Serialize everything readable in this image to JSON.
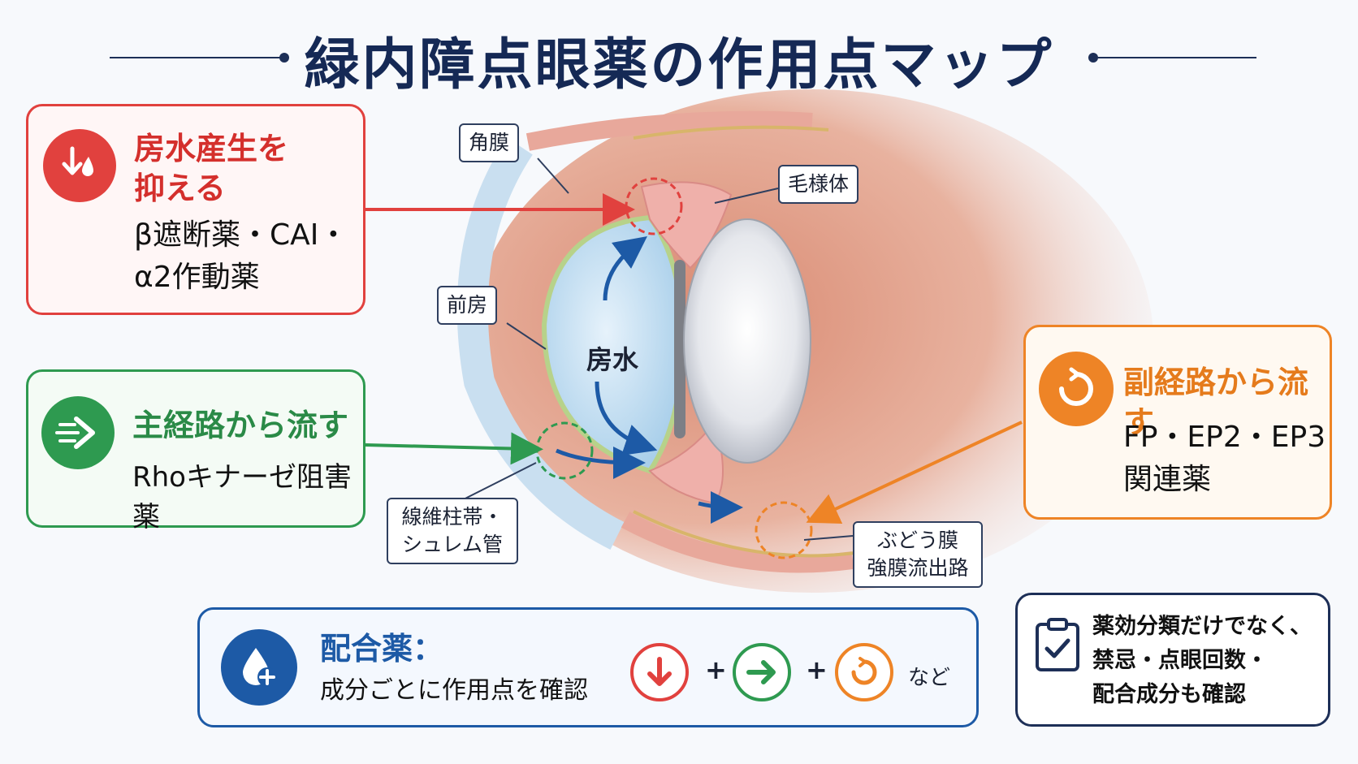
{
  "title": "緑内障点眼薬の作用点マップ",
  "colors": {
    "red": "#e1413e",
    "green": "#2e9a50",
    "orange": "#ee8426",
    "blue": "#1d5aa6",
    "navy": "#152955"
  },
  "cards": {
    "production": {
      "icon": "water-drop-down-icon",
      "heading_line1": "房水産生を",
      "heading_line2": "抑える",
      "body_line1": "β遮断薬・CAI・",
      "body_line2": "α2作動薬"
    },
    "main_outflow": {
      "icon": "arrow-flow-icon",
      "heading": "主経路から流す",
      "body": "Rhoキナーゼ阻害薬"
    },
    "sub_outflow": {
      "icon": "circular-arrow-icon",
      "heading": "副経路から流す",
      "body_line1": "FP・EP2・EP3",
      "body_line2": "関連薬"
    },
    "combination": {
      "icon": "drop-plus-icon",
      "heading": "配合薬：",
      "body": "成分ごとに作用点を確認",
      "plus": "+",
      "etc": "など"
    },
    "note": {
      "icon": "clipboard-check-icon",
      "line1": "薬効分類だけでなく、",
      "line2": "禁忌・点眼回数・",
      "line3": "配合成分も確認"
    }
  },
  "eye_labels": {
    "cornea": "角膜",
    "ciliary_body": "毛様体",
    "anterior_chamber": "前房",
    "aqueous": "房水",
    "trabecular_line1": "線維柱帯・",
    "trabecular_line2": "シュレム管",
    "uveo_line1": "ぶどう膜",
    "uveo_line2": "強膜流出路"
  }
}
